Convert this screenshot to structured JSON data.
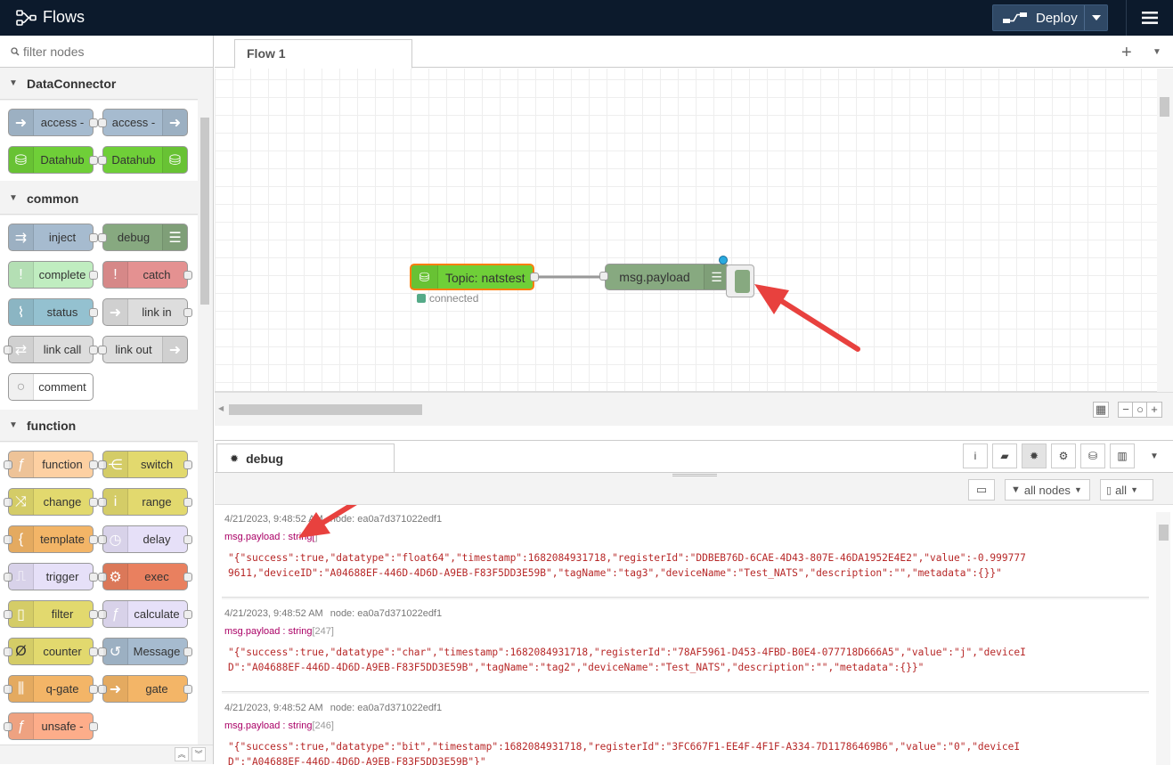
{
  "header": {
    "title": "Flows",
    "deploy_label": "Deploy"
  },
  "palette": {
    "search_placeholder": "filter nodes",
    "categories": [
      {
        "name": "DataConnector",
        "nodes": [
          {
            "label": "access -",
            "color": "#a6bbcf"
          },
          {
            "label": "access -",
            "color": "#a6bbcf"
          },
          {
            "label": "Datahub",
            "color": "#6fcf38"
          },
          {
            "label": "Datahub",
            "color": "#6fcf38"
          }
        ]
      },
      {
        "name": "common",
        "nodes": [
          {
            "label": "inject",
            "color": "#a6bbcf"
          },
          {
            "label": "debug",
            "color": "#87a980"
          },
          {
            "label": "complete",
            "color": "#c0edc0"
          },
          {
            "label": "catch",
            "color": "#e49191"
          },
          {
            "label": "status",
            "color": "#94c1d0"
          },
          {
            "label": "link in",
            "color": "#dddddd"
          },
          {
            "label": "link call",
            "color": "#dddddd"
          },
          {
            "label": "link out",
            "color": "#dddddd"
          },
          {
            "label": "comment",
            "color": "#ffffff"
          }
        ]
      },
      {
        "name": "function",
        "nodes": [
          {
            "label": "function",
            "color": "#fdd0a2"
          },
          {
            "label": "switch",
            "color": "#e2d96e"
          },
          {
            "label": "change",
            "color": "#e2d96e"
          },
          {
            "label": "range",
            "color": "#e2d96e"
          },
          {
            "label": "template",
            "color": "#f3b567"
          },
          {
            "label": "delay",
            "color": "#e6e0f8"
          },
          {
            "label": "trigger",
            "color": "#e6e0f8"
          },
          {
            "label": "exec",
            "color": "#e9805f"
          },
          {
            "label": "filter",
            "color": "#e2d96e"
          },
          {
            "label": "calculate",
            "color": "#e6e0f8"
          },
          {
            "label": "counter",
            "color": "#e2d96e"
          },
          {
            "label": "Message",
            "color": "#a6bbcf"
          },
          {
            "label": "q-gate",
            "color": "#f3b567"
          },
          {
            "label": "gate",
            "color": "#f3b567"
          },
          {
            "label": "unsafe -",
            "color": "#fdad8a"
          }
        ]
      }
    ]
  },
  "workspace": {
    "tab_label": "Flow 1",
    "nodes": {
      "nats": {
        "label": "Topic: natstest",
        "status": "connected",
        "color": "#6fcf38"
      },
      "debug": {
        "label": "msg.payload",
        "color": "#87a980"
      }
    }
  },
  "sidebar": {
    "tab_label": "debug",
    "filter_label": "all nodes",
    "clear_label": "all",
    "messages": [
      {
        "timestamp": "4/21/2023, 9:48:52 AM",
        "node": "node: ea0a7d371022edf1",
        "topic": "msg.payload : string[",
        "type": "]",
        "body": "\"{\"success\":true,\"datatype\":\"float64\",\"timestamp\":1682084931718,\"registerId\":\"DDBEB76D-6CAE-4D43-807E-46DA1952E4E2\",\"value\":-0.9997779611,\"deviceID\":\"A04688EF-446D-4D6D-A9EB-F83F5DD3E59B\",\"tagName\":\"tag3\",\"deviceName\":\"Test_NATS\",\"description\":\"\",\"metadata\":{}}\""
      },
      {
        "timestamp": "4/21/2023, 9:48:52 AM",
        "node": "node: ea0a7d371022edf1",
        "topic": "msg.payload : string",
        "type": "[247]",
        "body": "\"{\"success\":true,\"datatype\":\"char\",\"timestamp\":1682084931718,\"registerId\":\"78AF5961-D453-4FBD-B0E4-077718D666A5\",\"value\":\"j\",\"deviceID\":\"A04688EF-446D-4D6D-A9EB-F83F5DD3E59B\",\"tagName\":\"tag2\",\"deviceName\":\"Test_NATS\",\"description\":\"\",\"metadata\":{}}\""
      },
      {
        "timestamp": "4/21/2023, 9:48:52 AM",
        "node": "node: ea0a7d371022edf1",
        "topic": "msg.payload : string",
        "type": "[246]",
        "body": "\"{\"success\":true,\"datatype\":\"bit\",\"timestamp\":1682084931718,\"registerId\":\"3FC667F1-EE4F-4F1F-A334-7D11786469B6\",\"value\":\"0\",\"deviceID\":\"A04688EF-446D-4D6D-A9EB-F83F5DD3E59B\"}\""
      }
    ]
  },
  "colors": {
    "header_bg": "#0c1a2c",
    "deploy_bg": "#2f4865",
    "annotation_arrow": "#e8413e",
    "selection": "#ff7f0e"
  }
}
